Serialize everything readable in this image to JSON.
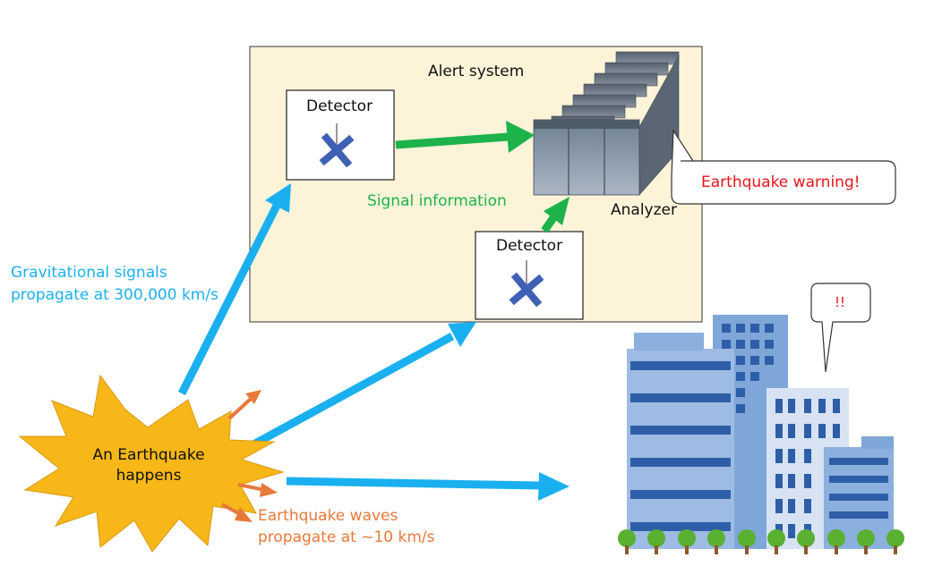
{
  "alert_system": {
    "title": "Alert system"
  },
  "detector_top": {
    "label": "Detector"
  },
  "detector_bottom": {
    "label": "Detector"
  },
  "analyzer": {
    "label": "Analyzer"
  },
  "signal_info": {
    "label": "Signal information"
  },
  "warning_bubble": {
    "text": "Earthquake warning!"
  },
  "building_bubble": {
    "text": "!!"
  },
  "earthquake": {
    "line1": "An Earthquake",
    "line2": "happens"
  },
  "gravitational": {
    "line1": "Gravitational signals",
    "line2": "propagate at 300,000 km/s"
  },
  "waves": {
    "line1": "Earthquake waves",
    "line2": "propagate at ~10 km/s"
  },
  "colors": {
    "box_fill": "#fdf3d9",
    "gravity_arrow": "#1ab0ef",
    "signal_arrow": "#1db34a",
    "wave_arrow": "#e8793a",
    "warning_text": "#e8141b",
    "burst_fill": "#f7b719",
    "building_blue": "#7fa6d9",
    "tree_green": "#5ab031"
  }
}
